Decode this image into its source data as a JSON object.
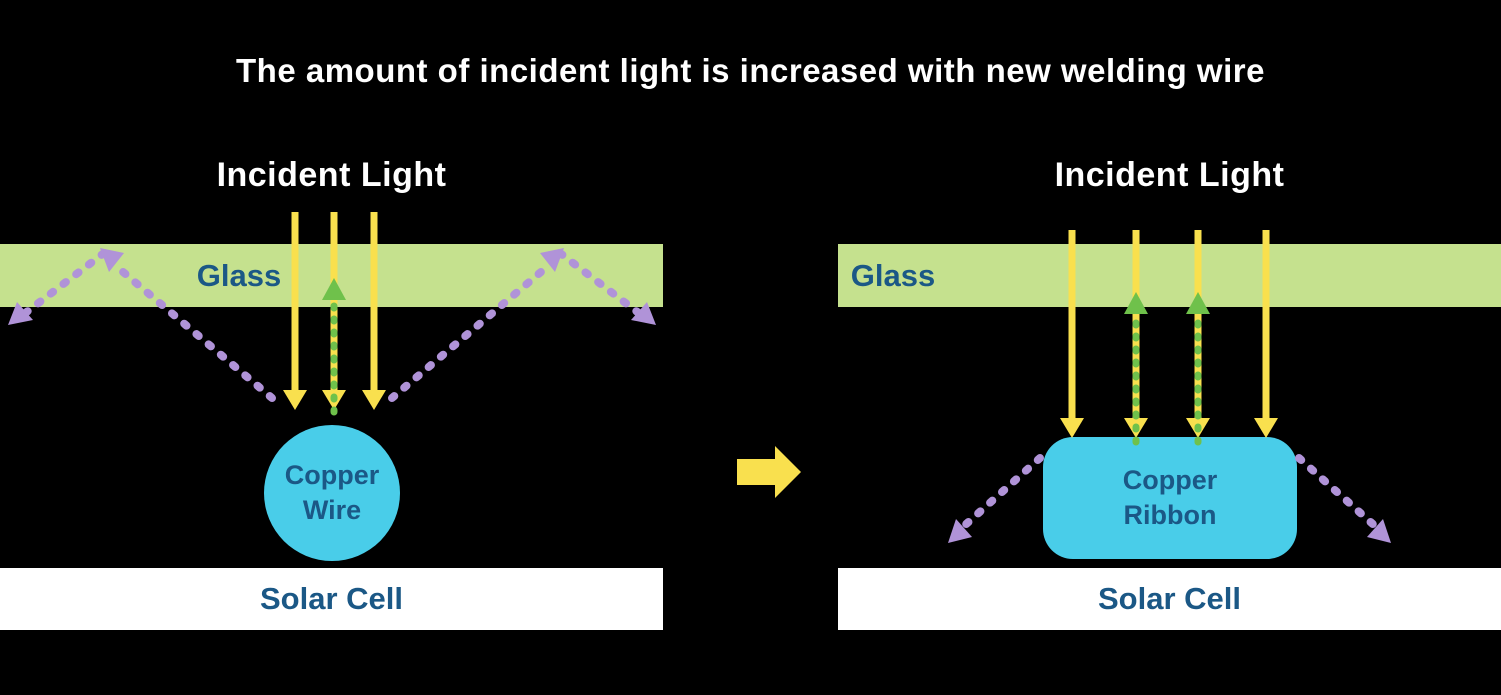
{
  "title": "The amount of incident light is increased with new welding wire",
  "colors": {
    "background": "#000000",
    "title_text": "#ffffff",
    "glass_fill": "#c5e18e",
    "label_blue": "#1b5886",
    "yellow_arrow": "#f9e04e",
    "green_arrow": "#6fc14b",
    "purple_arrow": "#b093d8",
    "cyan_fill": "#49cde9",
    "solar_cell_fill": "#ffffff"
  },
  "left_panel": {
    "incident_light_label": "Incident Light",
    "glass_label": "Glass",
    "copper_line1": "Copper",
    "copper_line2": "Wire",
    "solar_cell_label": "Solar Cell"
  },
  "right_panel": {
    "incident_light_label": "Incident Light",
    "glass_label": "Glass",
    "copper_line1": "Copper",
    "copper_line2": "Ribbon",
    "solar_cell_label": "Solar Cell"
  },
  "icons": {
    "incident_ray": "yellow-down-arrow",
    "reflected_ray": "green-dashed-up-arrow",
    "scattered_ray": "purple-dashed-arrow",
    "transform": "yellow-right-arrow"
  }
}
